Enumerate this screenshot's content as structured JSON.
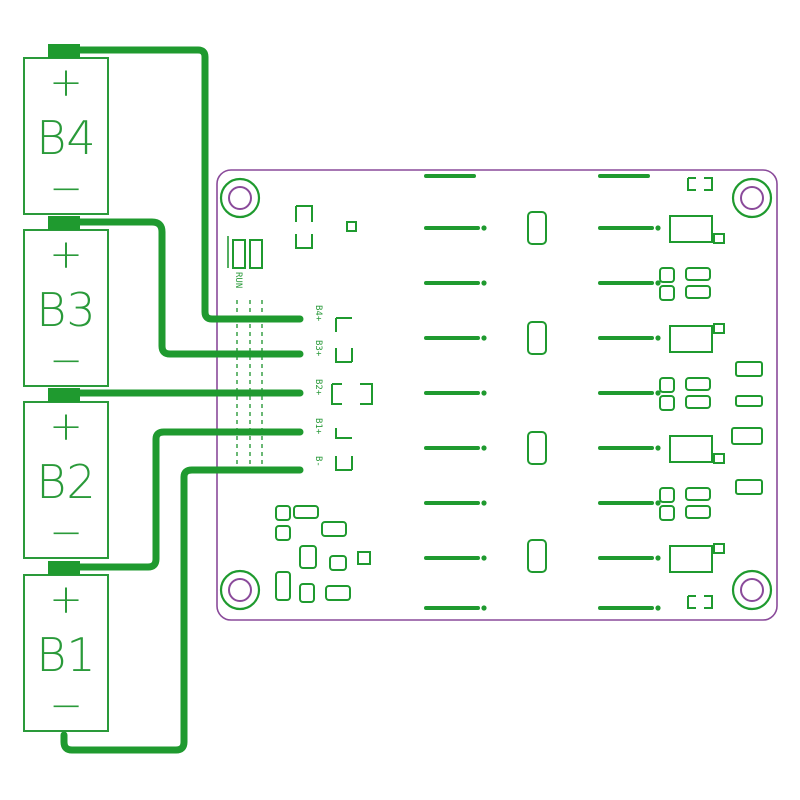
{
  "cells": [
    {
      "name": "B4",
      "plus": "+",
      "minus": "−"
    },
    {
      "name": "B3",
      "plus": "+",
      "minus": "−"
    },
    {
      "name": "B2",
      "plus": "+",
      "minus": "−"
    },
    {
      "name": "B1",
      "plus": "+",
      "minus": "−"
    }
  ],
  "board": {
    "run_label": "RUN",
    "terminals": [
      "B4+",
      "B3+",
      "B2+",
      "B1+",
      "B-"
    ]
  },
  "colors": {
    "copper": "#1f9a2f",
    "board_outline": "#8a4a9a",
    "background": "#ffffff"
  }
}
